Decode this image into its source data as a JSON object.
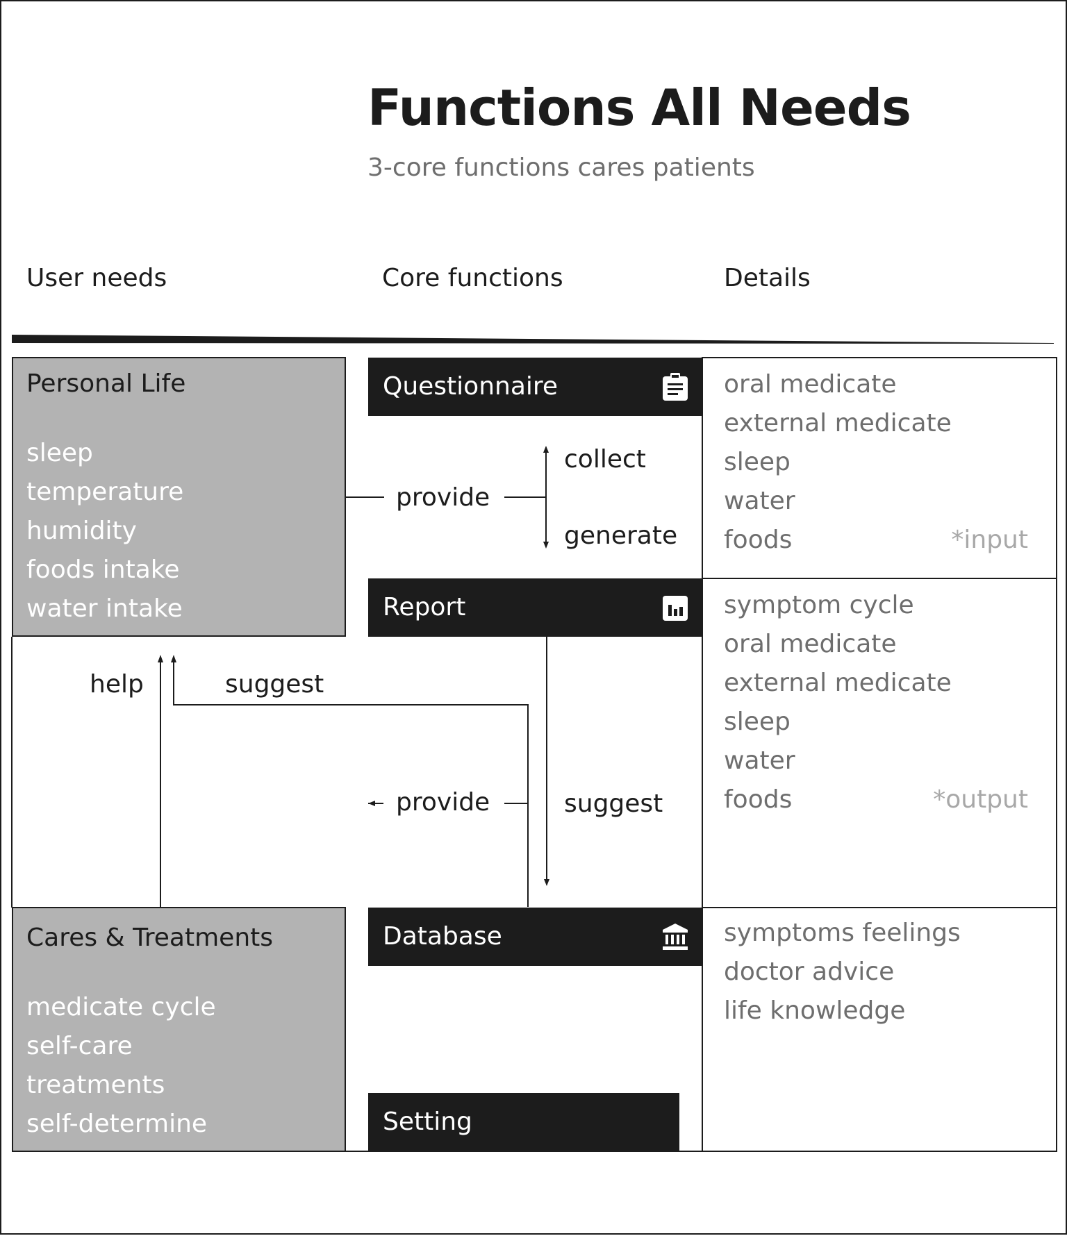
{
  "header": {
    "title": "Functions All Needs",
    "subtitle": "3-core functions cares patients"
  },
  "columns": {
    "user_needs": "User needs",
    "core_functions": "Core functions",
    "details": "Details"
  },
  "user_needs": [
    {
      "title": "Personal Life",
      "items": [
        "sleep",
        "temperature",
        "humidity",
        "foods intake",
        "water intake"
      ]
    },
    {
      "title": "Cares & Treatments",
      "items": [
        "medicate cycle",
        "self-care",
        "treatments",
        "self-determine"
      ]
    }
  ],
  "core_functions": [
    {
      "label": "Questionnaire",
      "icon": "clipboard-icon"
    },
    {
      "label": "Report",
      "icon": "bar-chart-icon"
    },
    {
      "label": "Database",
      "icon": "bank-icon"
    },
    {
      "label": "Setting",
      "icon": ""
    }
  ],
  "details": [
    {
      "items": [
        "oral medicate",
        "external medicate",
        "sleep",
        "water",
        "foods"
      ],
      "tag": "*input"
    },
    {
      "items": [
        "symptom cycle",
        "oral medicate",
        "external medicate",
        "sleep",
        "water",
        "foods"
      ],
      "tag": "*output"
    },
    {
      "items": [
        "symptoms feelings",
        "doctor advice",
        "life knowledge"
      ],
      "tag": ""
    }
  ],
  "flow_labels": {
    "provide_top": "provide",
    "collect": "collect",
    "generate": "generate",
    "help": "help",
    "suggest_left": "suggest",
    "provide_bottom": "provide",
    "suggest_right": "suggest"
  },
  "colors": {
    "dark": "#1c1c1c",
    "gray_box": "#b3b3b3",
    "detail_text": "#6e6e6e",
    "tag_text": "#a8a8a8"
  }
}
